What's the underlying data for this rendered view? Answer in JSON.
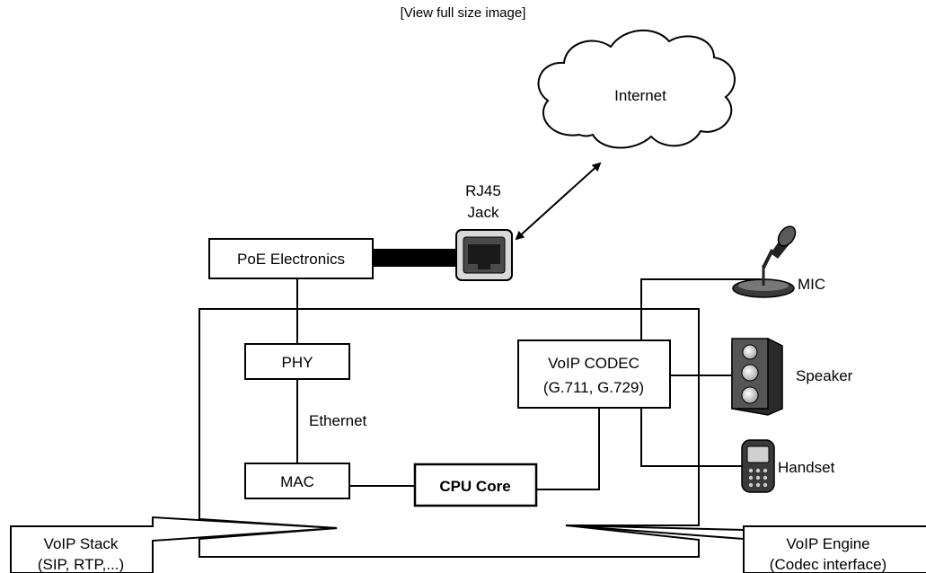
{
  "header": {
    "link_prefix": "[",
    "link_text": "View full size image",
    "link_suffix": "]"
  },
  "diagram": {
    "cloud_label": "Internet",
    "rj45_line1": "RJ45",
    "rj45_line2": "Jack",
    "poe_label": "PoE Electronics",
    "phy_label": "PHY",
    "ethernet_label": "Ethernet",
    "mac_label": "MAC",
    "cpu_label": "CPU Core",
    "codec_line1": "VoIP CODEC",
    "codec_line2": "(G.711, G.729)",
    "mic_label": "MIC",
    "speaker_label": "Speaker",
    "handset_label": "Handset",
    "stack_line1": "VoIP Stack",
    "stack_line2": "(SIP, RTP,...)",
    "engine_line1": "VoIP Engine",
    "engine_line2": "(Codec interface)"
  }
}
